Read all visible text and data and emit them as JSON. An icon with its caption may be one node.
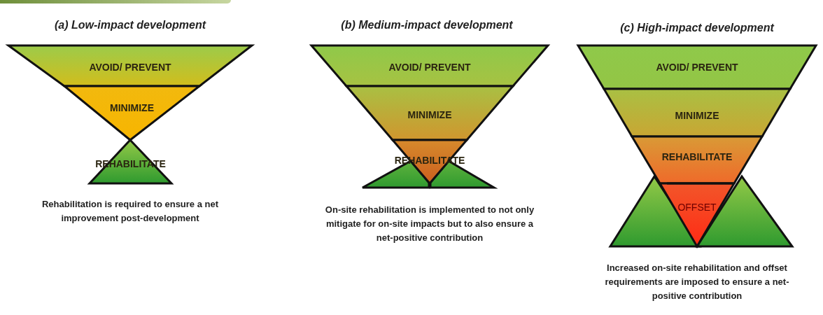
{
  "diagram": {
    "nodes": [
      {
        "text": [
          "AVOID/ PREVENT"
        ]
      },
      {
        "text": [
          "MINIMIZE"
        ]
      },
      {
        "text": [
          "REHABILITATE"
        ]
      },
      {
        "text": [
          "AVOID/ PREVENT"
        ]
      },
      {
        "text": [
          "MINIMIZE"
        ]
      },
      {
        "text": [
          "REHABILITATE"
        ]
      },
      {
        "text": [],
        "shape": "triangle"
      },
      {
        "text": [],
        "shape": "triangle"
      },
      {
        "text": [
          "AVOID/ PREVENT"
        ]
      },
      {
        "text": [
          "MINIMIZE"
        ]
      },
      {
        "text": [
          "REHABILITATE"
        ]
      },
      {
        "text": [
          "OFFSET"
        ]
      },
      {
        "text": [],
        "shape": "triangle"
      },
      {
        "text": [],
        "shape": "triangle"
      }
    ],
    "labels": [
      "(a) Low-impact development",
      "(b) Medium-impact development",
      "(c) High-impact development",
      "Rehabilitation is required to ensure a net improvement post-development",
      "On-site rehabilitation is implemented to not only mitigate for on-site impacts but to also ensure a net-positive contribution",
      "Increased on-site rehabilitation and offset requirements are imposed to ensure a net-positive contribution"
    ]
  }
}
